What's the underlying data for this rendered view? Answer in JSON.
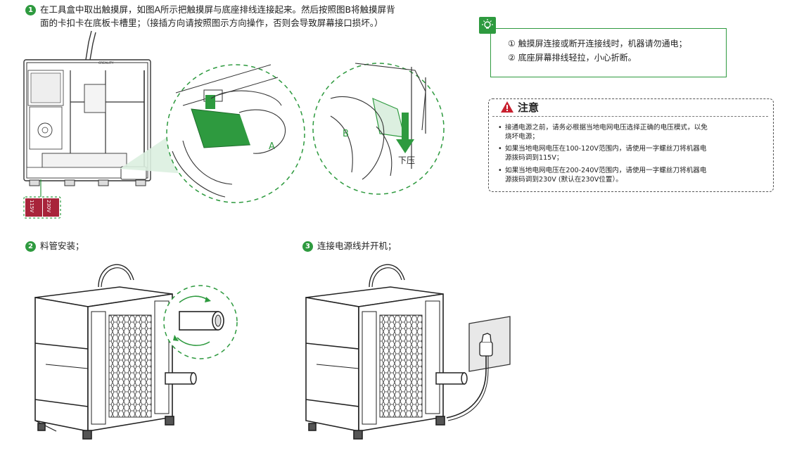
{
  "step1": {
    "number": "1",
    "line1": "在工具盒中取出触摸屏，如图A所示把触摸屏与底座排线连接起来。然后按照图B将触摸屏背",
    "line2": "面的卡扣卡在底板卡槽里；（接插方向请按照图示方向操作，否则会导致屏幕接口损坏。）",
    "label_a": "A",
    "label_b": "B",
    "press_label": "下压",
    "switch_115": "115V",
    "switch_230": "230V",
    "brand": "CREALITY"
  },
  "tip": {
    "item1": "① 触摸屏连接或断开连接线时，机器请勿通电；",
    "item2": "② 底座屏幕排线轻拉，小心折断。"
  },
  "note": {
    "title": "注意",
    "bullet1_line1": "接通电源之前，请务必根据当地电网电压选择正确的电压模式，以免",
    "bullet1_line2": "烧坏电源；",
    "bullet2_line1": "如果当地电网电压在100-120V范围内，请使用一字螺丝刀将机器电",
    "bullet2_line2": "源拨码调到115V；",
    "bullet3_line1": "如果当地电网电压在200-240V范围内，请使用一字螺丝刀将机器电",
    "bullet3_line2": "源拨码调到230V (默认在230V位置）。"
  },
  "step2": {
    "number": "2",
    "text": "料管安装；"
  },
  "step3": {
    "number": "3",
    "text": "连接电源线并开机；"
  },
  "colors": {
    "accent_green": "#2e9a3f",
    "warning_red": "#c8202f",
    "switch_red": "#a8243a"
  }
}
